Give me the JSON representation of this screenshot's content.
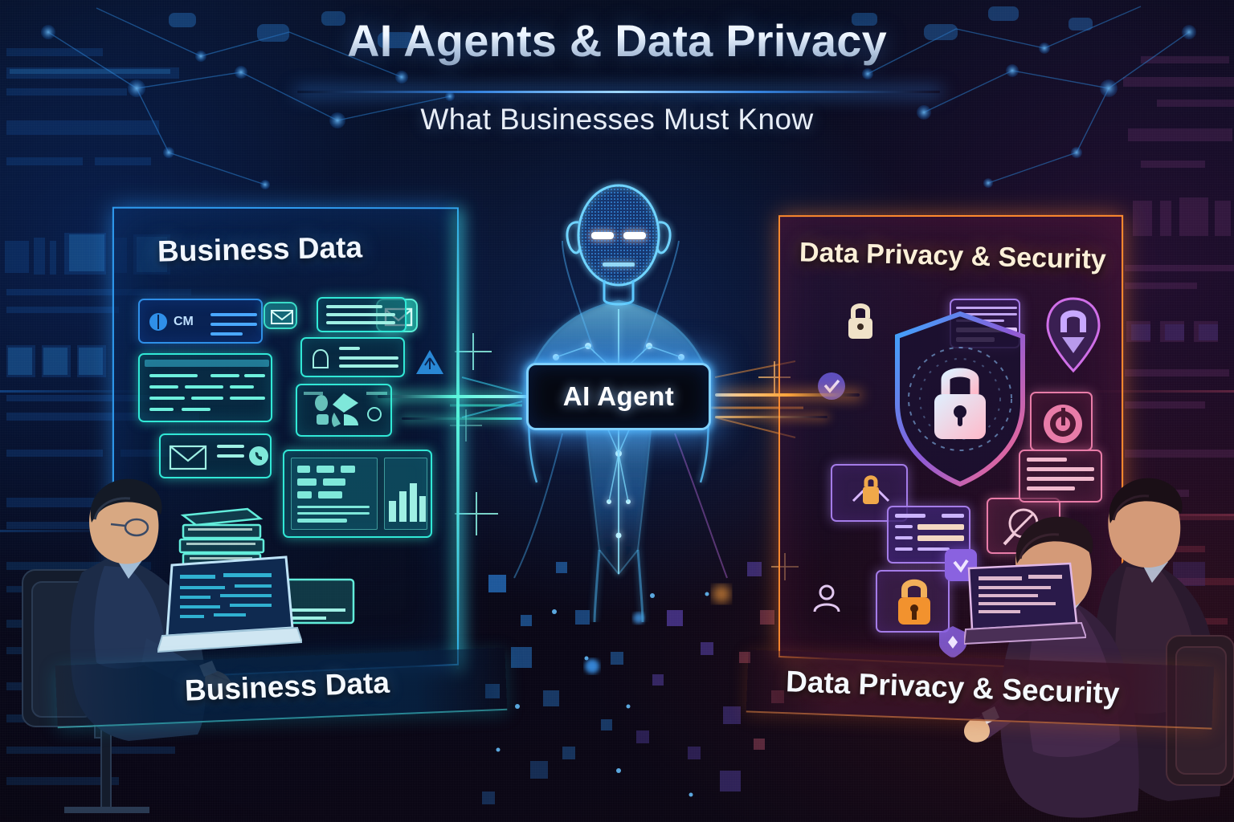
{
  "header": {
    "title": "AI Agents & Data Privacy",
    "subtitle": "What Businesses Must Know",
    "divider": "glow-divider"
  },
  "center": {
    "node_label": "AI Agent",
    "figure": "ai-humanoid-avatar"
  },
  "panels": {
    "left": {
      "title": "Business Data",
      "accent_color": "#2f9bf0",
      "glow_color": "#31e8d6",
      "cards": [
        {
          "name": "crm-card",
          "label": "CM"
        },
        {
          "name": "email-bubble-left",
          "icon": "envelope-icon"
        },
        {
          "name": "email-bubble-right",
          "icon": "envelope-icon"
        },
        {
          "name": "spreadsheet-card",
          "icon": "table-icon"
        },
        {
          "name": "document-card",
          "icon": "document-icon"
        },
        {
          "name": "contact-card",
          "icon": "contact-icon"
        },
        {
          "name": "analytics-card",
          "icon": "pie-chart-icon"
        },
        {
          "name": "mail-contact-card",
          "icon": "phone-icon"
        },
        {
          "name": "dashboard-monitor",
          "icon": "bar-chart-icon"
        },
        {
          "name": "cloud-upload-icon",
          "icon": "cloud-icon"
        }
      ],
      "ribbon_label": "Business Data"
    },
    "right": {
      "title": "Data Privacy & Security",
      "accent_color": "#ff8a2e",
      "glow_color": "#e87ca8",
      "cards": [
        {
          "name": "shield-lock-badge",
          "icon": "shield-lock-icon"
        },
        {
          "name": "padlock-icon-top",
          "icon": "padlock-icon"
        },
        {
          "name": "verified-check-badge",
          "icon": "check-circle-icon"
        },
        {
          "name": "fingerprint-pin-badge",
          "icon": "pin-shield-icon"
        },
        {
          "name": "target-badge",
          "icon": "target-icon"
        },
        {
          "name": "encrypted-doc-card",
          "icon": "document-lock-icon"
        },
        {
          "name": "no-access-card",
          "icon": "blocked-magnifier-icon"
        },
        {
          "name": "padlock-card-orange",
          "icon": "padlock-icon"
        },
        {
          "name": "user-privacy-icon",
          "icon": "user-shield-icon"
        },
        {
          "name": "compliance-form-card",
          "icon": "form-icon"
        },
        {
          "name": "approve-check-tile",
          "icon": "check-icon"
        }
      ],
      "ribbon_label": "Data Privacy & Security"
    }
  },
  "people": {
    "left": {
      "name": "business-analyst",
      "device": "laptop"
    },
    "right": [
      {
        "name": "security-officer-front",
        "device": "laptop"
      },
      {
        "name": "security-officer-back",
        "device": "none"
      }
    ]
  },
  "theme": {
    "bg_dark": "#05070f",
    "cyan": "#31e8d6",
    "blue": "#2f8fe8",
    "orange": "#ff8a2e",
    "pink": "#e87ca8",
    "violet": "#a47ce8",
    "node_border": "#7fd0ff"
  }
}
